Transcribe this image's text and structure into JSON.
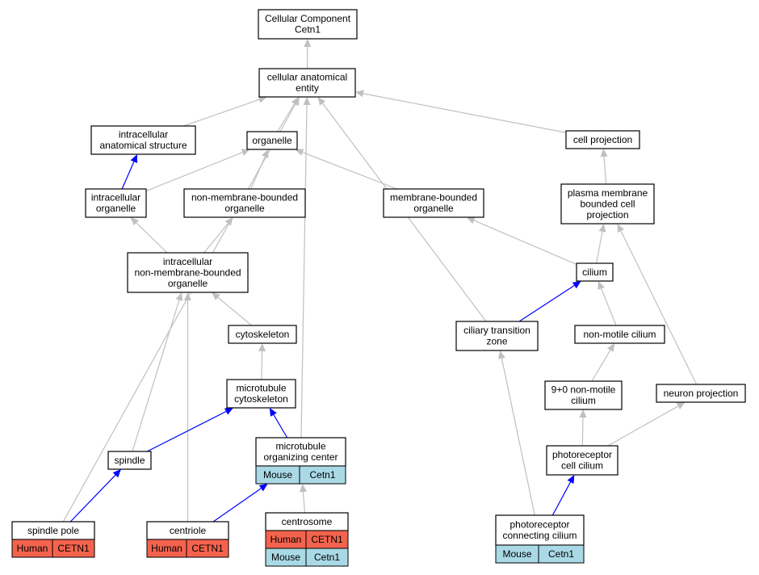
{
  "colors": {
    "edge_gray": "#c0c0c0",
    "edge_blue": "#0000ff",
    "human": "#f4634d",
    "mouse": "#aad9e6"
  },
  "nodes": [
    {
      "id": "root",
      "lines": [
        "Cellular Component",
        "Cetn1"
      ]
    },
    {
      "id": "cae",
      "lines": [
        "cellular anatomical",
        "entity"
      ]
    },
    {
      "id": "ias",
      "lines": [
        "intracellular",
        "anatomical structure"
      ]
    },
    {
      "id": "organelle",
      "lines": [
        "organelle"
      ]
    },
    {
      "id": "cellproj",
      "lines": [
        "cell projection"
      ]
    },
    {
      "id": "intraorg",
      "lines": [
        "intracellular",
        "organelle"
      ]
    },
    {
      "id": "nmbo",
      "lines": [
        "non-membrane-bounded",
        "organelle"
      ]
    },
    {
      "id": "mbo",
      "lines": [
        "membrane-bounded",
        "organelle"
      ]
    },
    {
      "id": "pmbcp",
      "lines": [
        "plasma membrane",
        "bounded cell",
        "projection"
      ]
    },
    {
      "id": "inmbo",
      "lines": [
        "intracellular",
        "non-membrane-bounded",
        "organelle"
      ]
    },
    {
      "id": "cilium",
      "lines": [
        "cilium"
      ]
    },
    {
      "id": "cyto",
      "lines": [
        "cytoskeleton"
      ]
    },
    {
      "id": "ctz",
      "lines": [
        "ciliary transition",
        "zone"
      ]
    },
    {
      "id": "nmc",
      "lines": [
        "non-motile cilium"
      ]
    },
    {
      "id": "mtcyto",
      "lines": [
        "microtubule",
        "cytoskeleton"
      ]
    },
    {
      "id": "nine",
      "lines": [
        "9+0 non-motile",
        "cilium"
      ]
    },
    {
      "id": "neuronproj",
      "lines": [
        "neuron projection"
      ]
    },
    {
      "id": "spindle",
      "lines": [
        "spindle"
      ]
    },
    {
      "id": "mtoc",
      "lines": [
        "microtubule",
        "organizing center"
      ],
      "rows": [
        [
          "Mouse",
          "Cetn1"
        ]
      ]
    },
    {
      "id": "prcc",
      "lines": [
        "photoreceptor",
        "cell cilium"
      ]
    },
    {
      "id": "spole",
      "lines": [
        "spindle pole"
      ],
      "rows": [
        [
          "Human",
          "CETN1"
        ]
      ]
    },
    {
      "id": "centriole",
      "lines": [
        "centriole"
      ],
      "rows": [
        [
          "Human",
          "CETN1"
        ]
      ]
    },
    {
      "id": "centrosome",
      "lines": [
        "centrosome"
      ],
      "rows": [
        [
          "Human",
          "CETN1"
        ],
        [
          "Mouse",
          "Cetn1"
        ]
      ]
    },
    {
      "id": "prconn",
      "lines": [
        "photoreceptor",
        "connecting cilium"
      ],
      "rows": [
        [
          "Mouse",
          "Cetn1"
        ]
      ]
    }
  ],
  "edges": [
    {
      "from": "cae",
      "to": "root",
      "blue": false
    },
    {
      "from": "ias",
      "to": "cae",
      "blue": false
    },
    {
      "from": "organelle",
      "to": "cae",
      "blue": false
    },
    {
      "from": "cellproj",
      "to": "cae",
      "blue": false
    },
    {
      "from": "spole",
      "to": "cae",
      "blue": false
    },
    {
      "from": "ctz",
      "to": "cae",
      "blue": false
    },
    {
      "from": "mtoc",
      "to": "cae",
      "blue": false
    },
    {
      "from": "intraorg",
      "to": "ias",
      "blue": true
    },
    {
      "from": "intraorg",
      "to": "organelle",
      "blue": false
    },
    {
      "from": "nmbo",
      "to": "organelle",
      "blue": false
    },
    {
      "from": "mbo",
      "to": "organelle",
      "blue": false
    },
    {
      "from": "pmbcp",
      "to": "cellproj",
      "blue": false
    },
    {
      "from": "inmbo",
      "to": "intraorg",
      "blue": false
    },
    {
      "from": "inmbo",
      "to": "nmbo",
      "blue": false
    },
    {
      "from": "cilium",
      "to": "mbo",
      "blue": false
    },
    {
      "from": "cilium",
      "to": "pmbcp",
      "blue": false
    },
    {
      "from": "neuronproj",
      "to": "pmbcp",
      "blue": false
    },
    {
      "from": "cyto",
      "to": "inmbo",
      "blue": false
    },
    {
      "from": "spindle",
      "to": "inmbo",
      "blue": false
    },
    {
      "from": "centriole",
      "to": "inmbo",
      "blue": false
    },
    {
      "from": "ctz",
      "to": "cilium",
      "blue": true
    },
    {
      "from": "nmc",
      "to": "cilium",
      "blue": false
    },
    {
      "from": "mtcyto",
      "to": "cyto",
      "blue": false
    },
    {
      "from": "nine",
      "to": "nmc",
      "blue": false
    },
    {
      "from": "spindle",
      "to": "mtcyto",
      "blue": true
    },
    {
      "from": "mtoc",
      "to": "mtcyto",
      "blue": true
    },
    {
      "from": "prcc",
      "to": "nine",
      "blue": false
    },
    {
      "from": "prcc",
      "to": "neuronproj",
      "blue": false
    },
    {
      "from": "spole",
      "to": "spindle",
      "blue": true
    },
    {
      "from": "centriole",
      "to": "mtoc",
      "blue": true
    },
    {
      "from": "centrosome",
      "to": "mtoc",
      "blue": false
    },
    {
      "from": "prconn",
      "to": "ctz",
      "blue": false
    },
    {
      "from": "prconn",
      "to": "prcc",
      "blue": true
    }
  ]
}
